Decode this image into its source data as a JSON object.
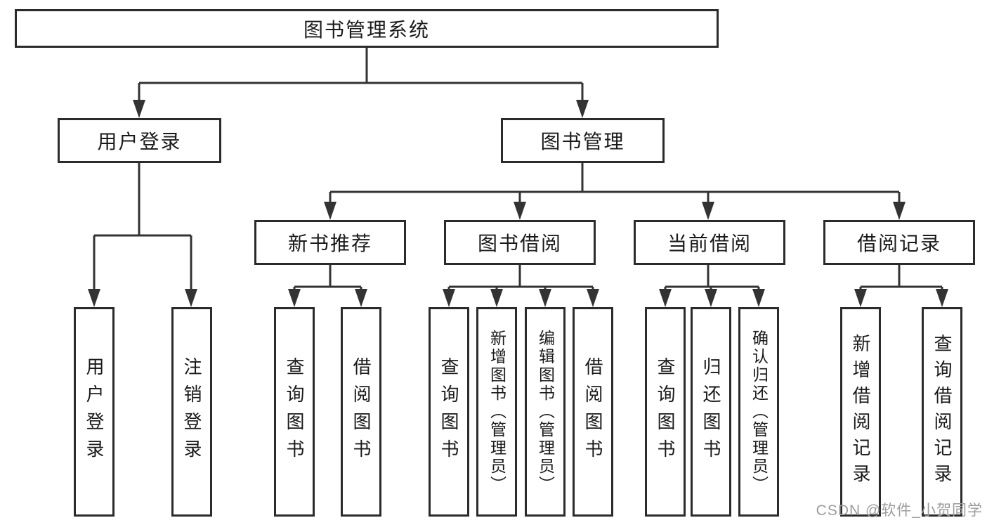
{
  "diagram": {
    "root": {
      "label": "图书管理系统"
    },
    "level2": [
      {
        "label": "用户登录"
      },
      {
        "label": "图书管理"
      }
    ],
    "level3": [
      {
        "label": "新书推荐"
      },
      {
        "label": "图书借阅"
      },
      {
        "label": "当前借阅"
      },
      {
        "label": "借阅记录"
      }
    ],
    "leaves": [
      {
        "label": "用户登录"
      },
      {
        "label": "注销登录"
      },
      {
        "label": "查询图书"
      },
      {
        "label": "借阅图书"
      },
      {
        "label": "查询图书"
      },
      {
        "label": "新增图书（管理员）"
      },
      {
        "label": "编辑图书（管理员）"
      },
      {
        "label": "借阅图书"
      },
      {
        "label": "查询图书"
      },
      {
        "label": "归还图书"
      },
      {
        "label": "确认归还（管理员）"
      },
      {
        "label": "新增借阅记录"
      },
      {
        "label": "查询借阅记录"
      }
    ],
    "watermark": "CSDN @软件_小贺同学",
    "colors": {
      "line": "#333333",
      "border": "#2b2b2b",
      "text": "#1a1a1a",
      "watermark_text": "#9c9c9c",
      "background": "#ffffff"
    }
  }
}
